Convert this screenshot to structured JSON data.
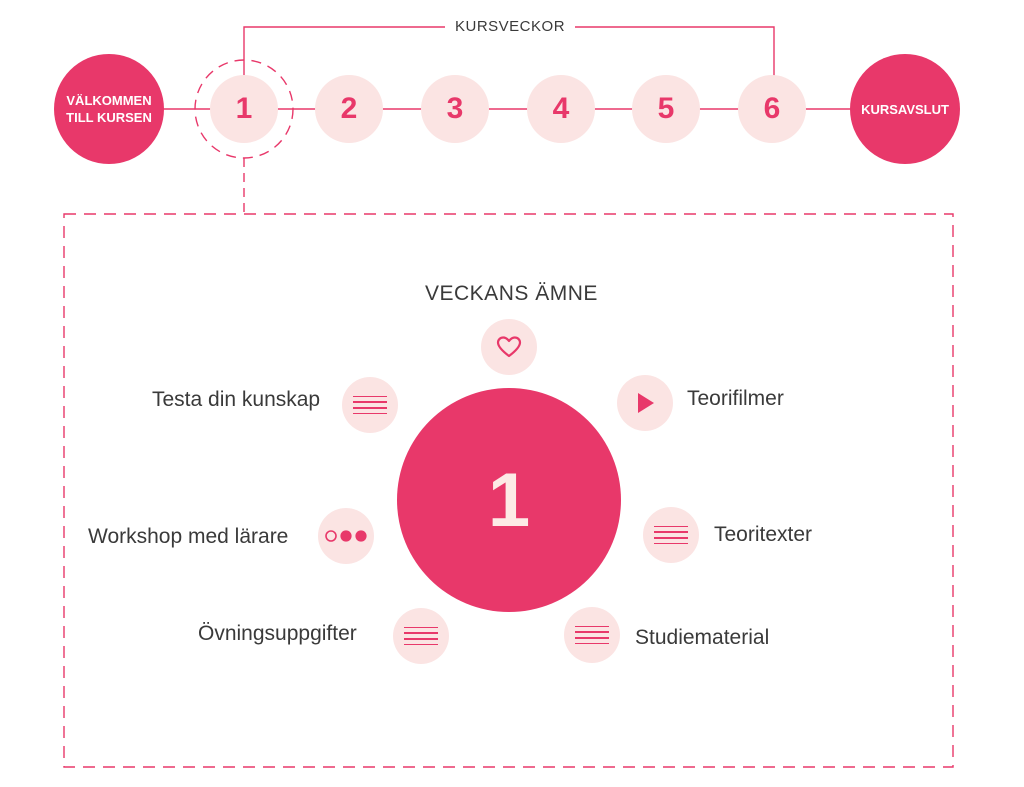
{
  "header": {
    "label": "KURSVECKOR"
  },
  "start": {
    "line1": "VÄLKOMMEN",
    "line2": "TILL KURSEN"
  },
  "end": {
    "label": "KURSAVSLUT"
  },
  "weeks": [
    "1",
    "2",
    "3",
    "4",
    "5",
    "6"
  ],
  "detail": {
    "topic_label": "VECKANS ÄMNE",
    "week_number": "1",
    "activities": {
      "testa": "Testa din kunskap",
      "teorifilmer": "Teorifilmer",
      "workshop": "Workshop med lärare",
      "teoritexter": "Teoritexter",
      "ovningsuppgifter": "Övningsuppgifter",
      "studiematerial": "Studiematerial"
    }
  },
  "colors": {
    "accent": "#e8386a",
    "light": "#fbe4e3",
    "text": "#3a3a3a"
  },
  "icons": {
    "topic": "heart-icon",
    "teorifilmer": "play-icon",
    "workshop": "dots-icon",
    "texts": "lines-icon"
  }
}
